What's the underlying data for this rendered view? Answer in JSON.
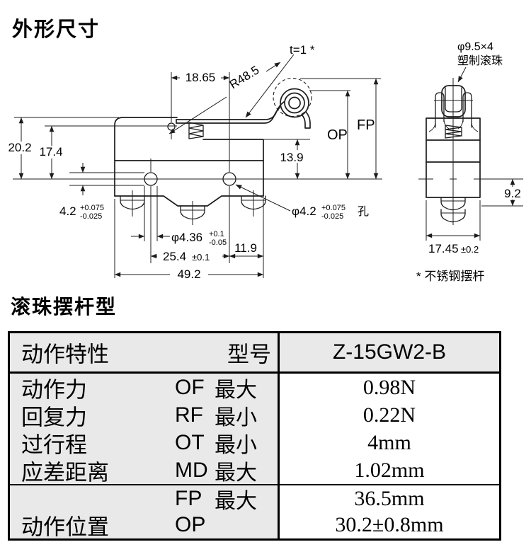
{
  "titles": {
    "main": "外形尺寸",
    "section": "滚珠摆杆型"
  },
  "drawing": {
    "front": {
      "dim_18_65": "18.65",
      "radius": "R48.5",
      "thickness": "t=1 *",
      "op_label": "OP",
      "fp_label": "FP",
      "dim_20_2": "20.2",
      "dim_17_4": "17.4",
      "dim_13_9": "13.9",
      "slot": {
        "value": "4.2",
        "tol_plus": "+0.075",
        "tol_minus": "-0.025"
      },
      "hole": {
        "value": "φ4.2",
        "tol_plus": "+0.075",
        "tol_minus": "-0.025",
        "suffix": "孔"
      },
      "screw_dia": {
        "value": "φ4.36",
        "tol_plus": "+0.1",
        "tol_minus": "-0.05"
      },
      "dim_25_4": {
        "value": "25.4",
        "tol": "±0.1"
      },
      "dim_11_9": "11.9",
      "dim_49_2": "49.2"
    },
    "side": {
      "roller_line1": "φ9.5×4",
      "roller_line2": "塑制滚珠",
      "dim_9_2": "9.2",
      "dim_17_45": {
        "value": "17.45",
        "tol": "±0.2"
      },
      "footnote": "* 不锈钢摆杆"
    }
  },
  "table": {
    "header": {
      "col1": "动作特性",
      "col2": "型号",
      "model": "Z-15GW2-B"
    },
    "rows": [
      {
        "label": "动作力",
        "code": "OF",
        "qualifier": "最大",
        "value": "0.98N"
      },
      {
        "label": "回复力",
        "code": "RF",
        "qualifier": "最小",
        "value": "0.22N"
      },
      {
        "label": "过行程",
        "code": "OT",
        "qualifier": "最小",
        "value": "4mm"
      },
      {
        "label": "应差距离",
        "code": "MD",
        "qualifier": "最大",
        "value": "1.02mm"
      }
    ],
    "position_rows": [
      {
        "label": "",
        "code": "FP",
        "qualifier": "最大",
        "value": "36.5mm"
      },
      {
        "label": "动作位置",
        "code": "OP",
        "qualifier": "",
        "value": "30.2±0.8mm"
      }
    ]
  },
  "colors": {
    "table_shade": "#e9e9e9",
    "line": "#1c1c1c"
  }
}
